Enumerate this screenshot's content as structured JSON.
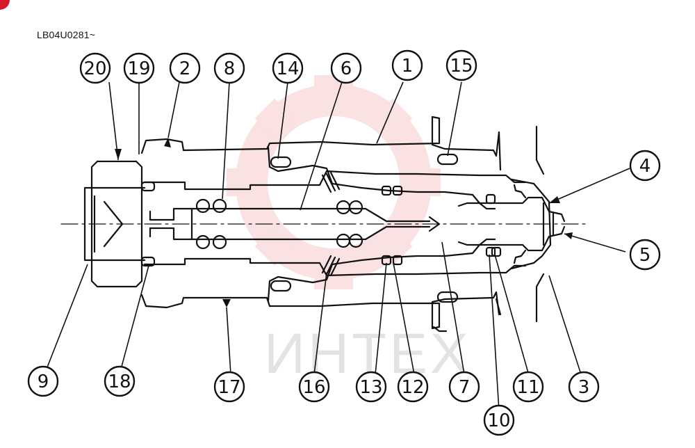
{
  "drawing_code": "LB04U0281~",
  "watermark_text": "ИНТЕХ",
  "watermark_color": "#f6c9cc",
  "callouts": [
    "20",
    "19",
    "2",
    "8",
    "14",
    "6",
    "1",
    "15",
    "4",
    "5",
    "3",
    "11",
    "10",
    "7",
    "12",
    "13",
    "16",
    "17",
    "18",
    "9"
  ]
}
